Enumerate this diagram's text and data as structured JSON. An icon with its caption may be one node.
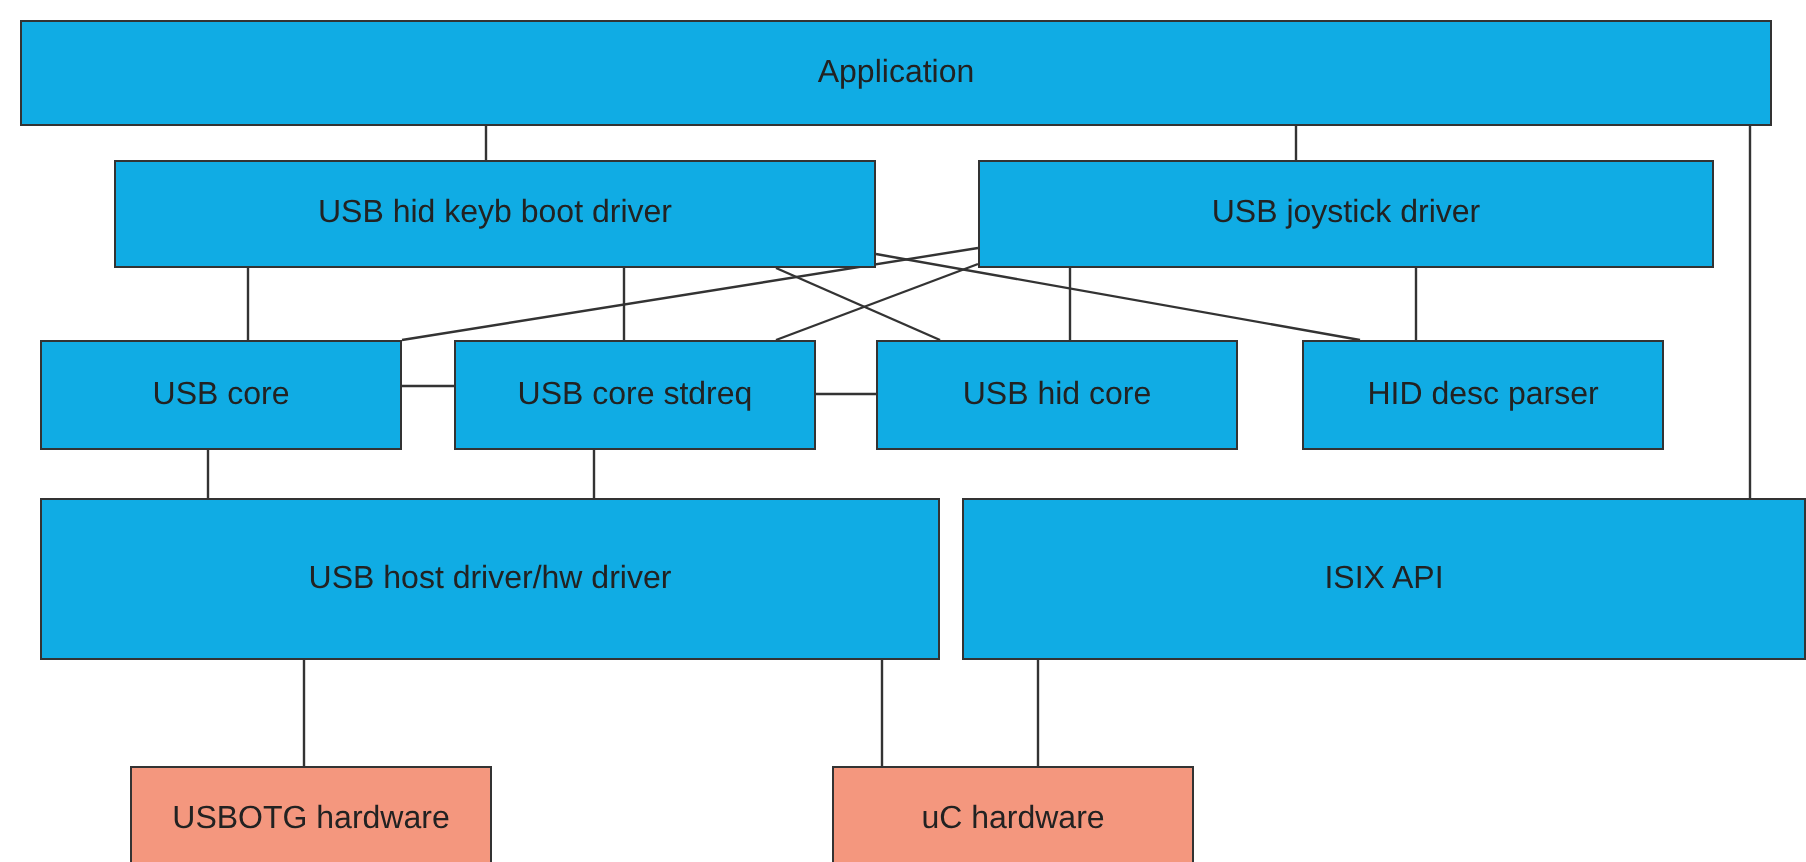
{
  "diagram": {
    "nodes": [
      {
        "text": [
          "Application"
        ]
      },
      {
        "text": [
          "USB hid keyb boot driver"
        ]
      },
      {
        "text": [
          "USB joystick driver"
        ]
      },
      {
        "text": [
          "USB core"
        ]
      },
      {
        "text": [
          "USB core stdreq"
        ]
      },
      {
        "text": [
          "USB hid core"
        ]
      },
      {
        "text": [
          "HID desc parser"
        ]
      },
      {
        "text": [
          "USB host driver/hw driver"
        ]
      },
      {
        "text": [
          "ISIX API"
        ]
      },
      {
        "text": [
          "USBOTG hardware"
        ]
      },
      {
        "text": [
          "uC hardware"
        ]
      }
    ],
    "edges": [
      {
        "from": 0,
        "to": 1,
        "arrow": "none"
      },
      {
        "from": 0,
        "to": 2,
        "arrow": "none"
      },
      {
        "from": 0,
        "to": 8,
        "arrow": "none"
      },
      {
        "from": 1,
        "to": 3,
        "arrow": "none"
      },
      {
        "from": 1,
        "to": 4,
        "arrow": "none"
      },
      {
        "from": 1,
        "to": 5,
        "arrow": "none"
      },
      {
        "from": 1,
        "to": 6,
        "arrow": "none"
      },
      {
        "from": 2,
        "to": 3,
        "arrow": "none"
      },
      {
        "from": 2,
        "to": 4,
        "arrow": "none"
      },
      {
        "from": 2,
        "to": 5,
        "arrow": "none"
      },
      {
        "from": 2,
        "to": 6,
        "arrow": "none"
      },
      {
        "from": 3,
        "to": 4,
        "arrow": "none"
      },
      {
        "from": 4,
        "to": 5,
        "arrow": "none"
      },
      {
        "from": 3,
        "to": 7,
        "arrow": "none"
      },
      {
        "from": 4,
        "to": 7,
        "arrow": "none"
      },
      {
        "from": 7,
        "to": 9,
        "arrow": "none"
      },
      {
        "from": 7,
        "to": 10,
        "arrow": "none"
      },
      {
        "from": 8,
        "to": 10,
        "arrow": "none"
      }
    ]
  }
}
